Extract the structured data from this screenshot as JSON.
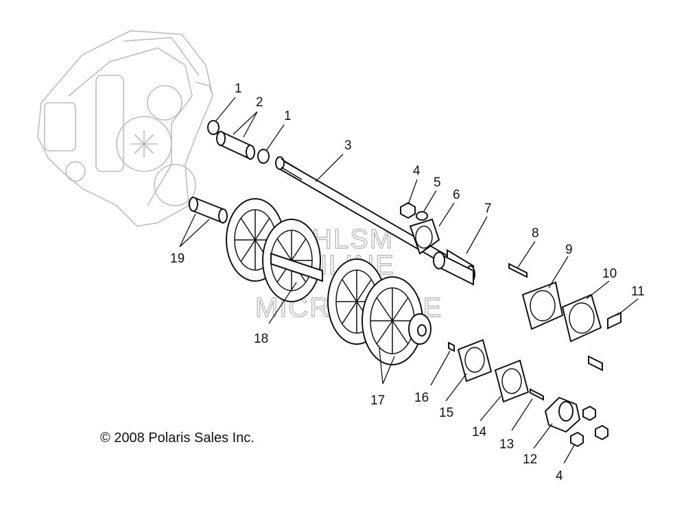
{
  "callouts": [
    "1",
    "2",
    "1",
    "3",
    "4",
    "5",
    "6",
    "7",
    "8",
    "9",
    "10",
    "11",
    "19",
    "18",
    "17",
    "16",
    "15",
    "14",
    "13",
    "12",
    "4"
  ],
  "copyright": "© 2008 Polaris Sales Inc.",
  "watermark": [
    "HLSM",
    "ONLINE",
    "MICROFICHE"
  ]
}
